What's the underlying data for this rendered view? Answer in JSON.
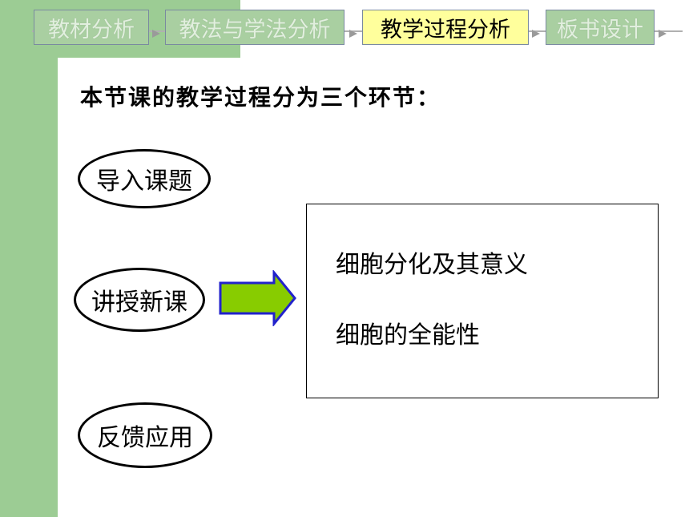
{
  "tabs": [
    {
      "label": "教材分析",
      "active": false
    },
    {
      "label": "教法与学法分析",
      "active": false
    },
    {
      "label": "教学过程分析",
      "active": true
    },
    {
      "label": "板书设计",
      "active": false
    }
  ],
  "heading": "本节课的教学过程分为三个环节：",
  "stages": [
    {
      "label": "导入课题"
    },
    {
      "label": "讲授新课"
    },
    {
      "label": "反馈应用"
    }
  ],
  "arrow_icon": "right-arrow-icon",
  "content_box": {
    "items": [
      "细胞分化及其意义",
      "细胞的全能性"
    ]
  },
  "colors": {
    "green_band": "#9ccc94",
    "tab_inactive": "#a9cfa1",
    "tab_active": "#ffff9c",
    "arrow_fill": "#88cc00",
    "arrow_stroke": "#2222cc"
  }
}
